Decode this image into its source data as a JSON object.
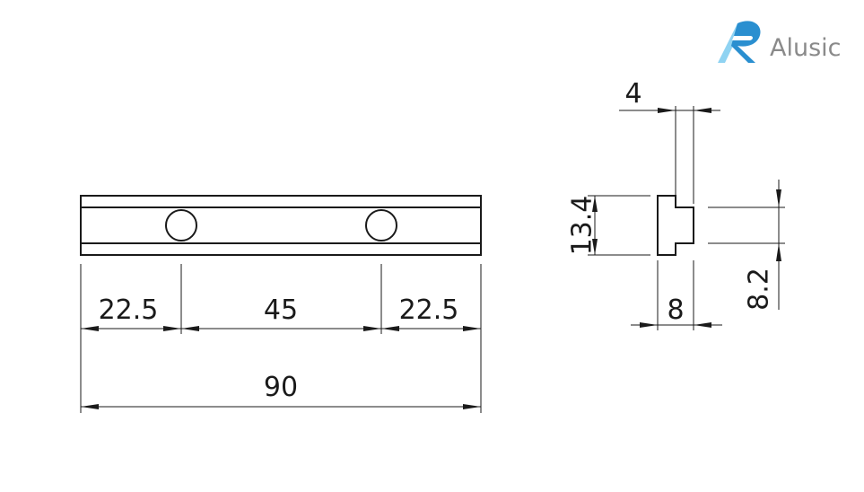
{
  "brand": {
    "name": "Alusic",
    "logo_icon": "alusic-a-logo-icon",
    "colors": {
      "logo_light": "#8fd3f2",
      "logo_dark": "#2a8fd0",
      "text": "#8a8a8a"
    }
  },
  "front_view": {
    "dimensions": {
      "left_offset": "22.5",
      "hole_spacing": "45",
      "right_offset": "22.5",
      "overall_length": "90"
    }
  },
  "side_view": {
    "dimensions": {
      "top_width": "4",
      "height": "13.4",
      "bottom_width": "8",
      "right_height": "8.2"
    }
  },
  "colors": {
    "line": "#1a1a1a",
    "background": "#ffffff"
  }
}
